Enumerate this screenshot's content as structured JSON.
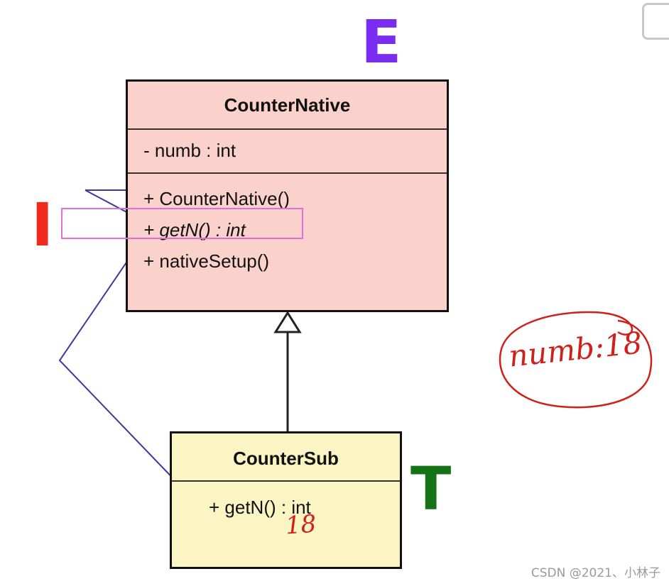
{
  "annotations": {
    "letter_e": "E",
    "letter_i": "I",
    "letter_t": "T",
    "hand_numb": "numb:18",
    "hand_18": "18"
  },
  "classes": {
    "counter_native": {
      "name": "CounterNative",
      "attributes": [
        "- numb : int"
      ],
      "operations": [
        "+ CounterNative()",
        "+ getN() : int",
        "+ nativeSetup()"
      ]
    },
    "counter_sub": {
      "name": "CounterSub",
      "operations": [
        "+ getN() : int"
      ]
    }
  },
  "watermark": "CSDN @2021、小林子",
  "colors": {
    "native_fill": "#fbd2cb",
    "sub_fill": "#fbf5c4",
    "letter_e": "#7a2cf0",
    "letter_i": "#f02a1c",
    "letter_t": "#137315",
    "handwriting": "#d0201a",
    "arrows": "#3a3a9a",
    "highlight": "#e070d8"
  }
}
